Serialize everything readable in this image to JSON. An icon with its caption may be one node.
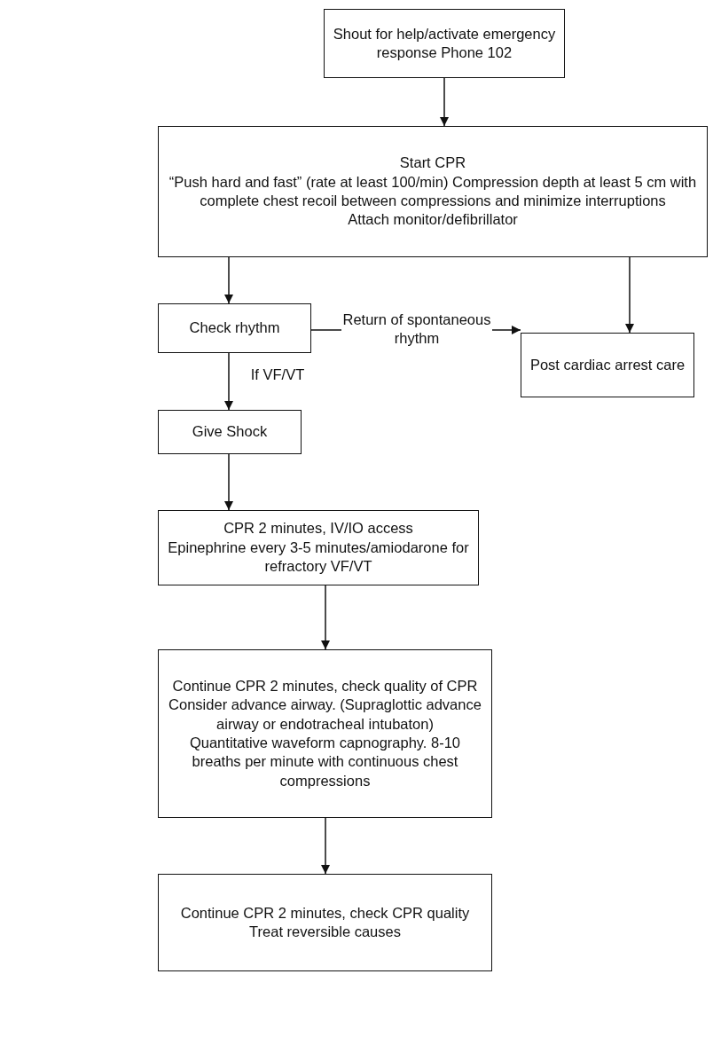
{
  "diagram": {
    "nodes": [
      {
        "text": [
          "Shout for help/activate emergency response Phone 102"
        ]
      },
      {
        "text": [
          "Start CPR",
          "“Push hard and fast” (rate at least 100/min) Compression depth at least 5 cm with complete chest recoil  between compressions and minimize interruptions",
          "Attach monitor/defibrillator"
        ]
      },
      {
        "text": [
          "Check rhythm"
        ]
      },
      {
        "text": [
          "Post cardiac arrest care"
        ]
      },
      {
        "text": [
          "Give Shock"
        ]
      },
      {
        "text": [
          "CPR 2 minutes, IV/IO access",
          "Epinephrine every 3-5 minutes/amiodarone for refractory VF/VT"
        ]
      },
      {
        "text": [
          "Continue CPR 2 minutes, check quality of CPR",
          "Consider advance airway. (Supraglottic advance airway or endotracheal intubaton)",
          "Quantitative waveform capnography. 8-10 breaths per minute with continuous chest compressions"
        ]
      },
      {
        "text": [
          "Continue CPR 2 minutes, check CPR quality",
          "Treat reversible causes"
        ]
      }
    ],
    "edges": [
      {
        "from": 0,
        "to": 1,
        "arrow": "to"
      },
      {
        "from": 1,
        "to": 2,
        "arrow": "to"
      },
      {
        "from": 1,
        "to": 3,
        "arrow": "to"
      },
      {
        "from": 2,
        "to": 3,
        "arrow": "to",
        "label": "Return of spontaneous rhythm"
      },
      {
        "from": 2,
        "to": 4,
        "arrow": "to",
        "label": "If VF/VT"
      },
      {
        "from": 4,
        "to": 5,
        "arrow": "to"
      },
      {
        "from": 5,
        "to": 6,
        "arrow": "to"
      },
      {
        "from": 6,
        "to": 7,
        "arrow": "to"
      }
    ]
  }
}
